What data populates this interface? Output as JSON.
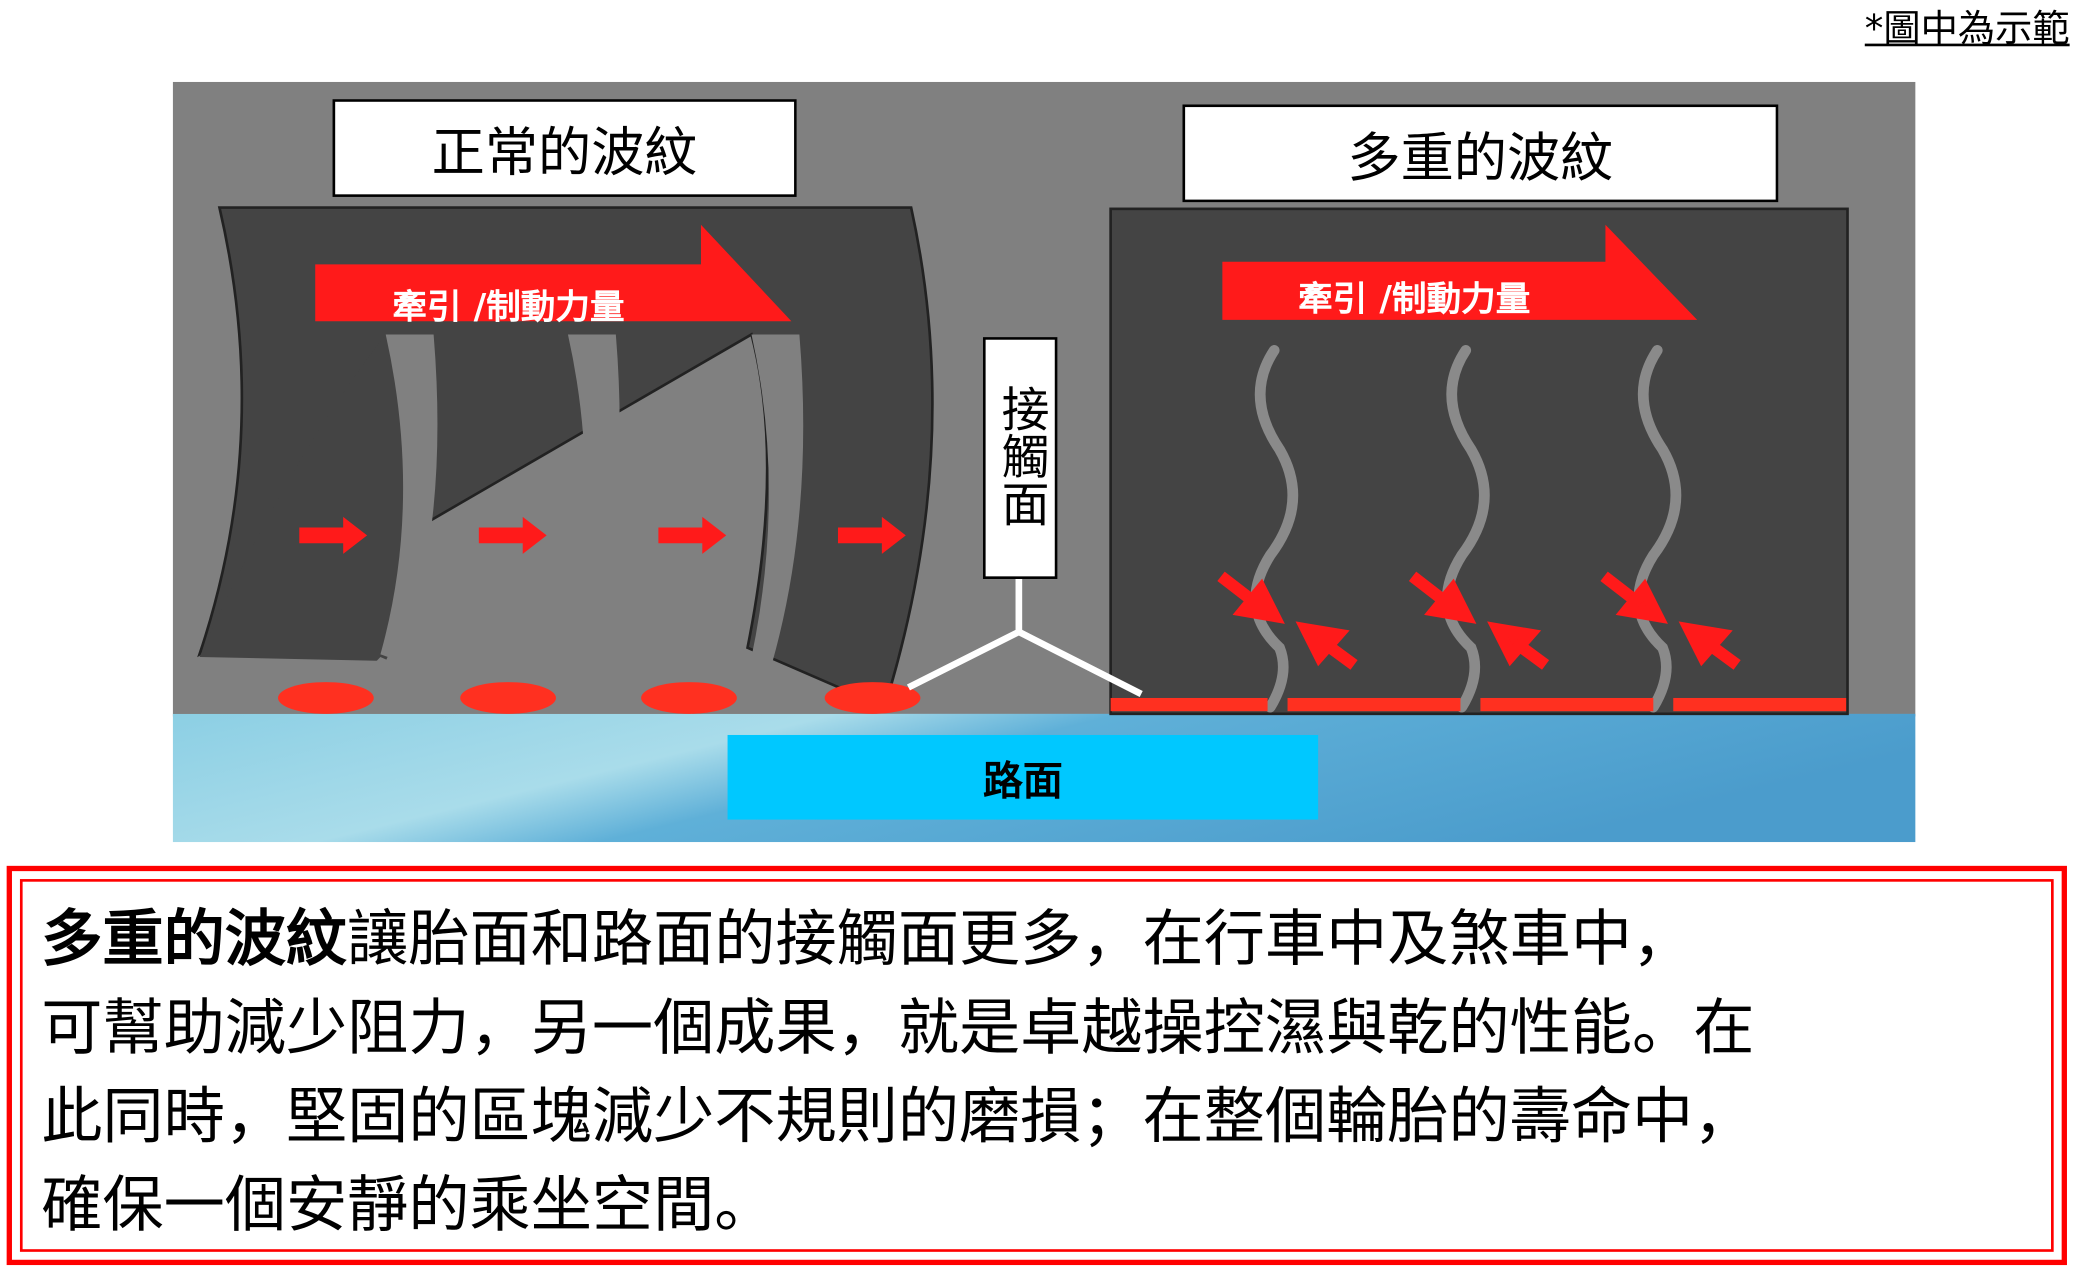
{
  "note": "*圖中為示範",
  "diagram": {
    "left_label": "正常的波紋",
    "right_label": "多重的波紋",
    "force_label_left": "牽引 /制動力量",
    "force_label_right": "牽引 /制動力量",
    "contact_label": "接觸面",
    "road_label": "路面",
    "colors": {
      "background": "#808080",
      "tread": "#444444",
      "accent": "#ff1a1a",
      "road": "#00c8ff"
    }
  },
  "description": {
    "highlight": "多重的波紋",
    "lines": [
      "讓胎面和路面的接觸面更多，在行車中及煞車中，",
      "可幫助減少阻力，另一個成果，就是卓越操控濕與乾的性能。在",
      "此同時，堅固的區塊減少不規則的磨損；在整個輪胎的壽命中，",
      "確保一個安靜的乘坐空間。"
    ]
  }
}
